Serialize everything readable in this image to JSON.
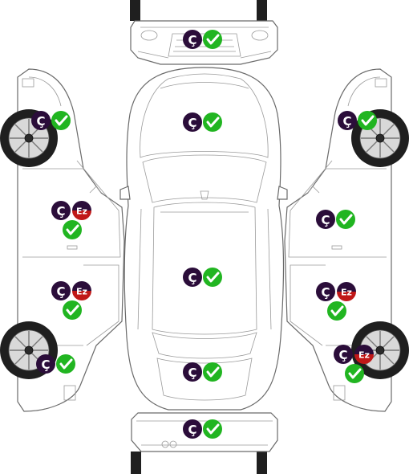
{
  "badges": {
    "paint_label": "Ç",
    "repair_label": "Ez",
    "colors": {
      "paint": "#2b0d3a",
      "ok": "#21b521",
      "repair_top": "#2b0d3a",
      "repair_bottom": "#c01818"
    }
  },
  "panels": [
    {
      "id": "front-bumper",
      "markers": [
        "paint",
        "ok"
      ]
    },
    {
      "id": "hood",
      "markers": [
        "paint",
        "ok"
      ]
    },
    {
      "id": "roof",
      "markers": [
        "paint",
        "ok"
      ]
    },
    {
      "id": "trunk",
      "markers": [
        "paint",
        "ok"
      ]
    },
    {
      "id": "rear-bumper",
      "markers": [
        "paint",
        "ok"
      ]
    },
    {
      "id": "left-front-fender",
      "markers": [
        "paint",
        "ok"
      ]
    },
    {
      "id": "left-front-door",
      "markers": [
        "paint",
        "repair",
        "ok"
      ]
    },
    {
      "id": "left-rear-door",
      "markers": [
        "paint",
        "repair",
        "ok"
      ]
    },
    {
      "id": "left-rear-fender",
      "markers": [
        "paint",
        "ok"
      ]
    },
    {
      "id": "right-front-fender",
      "markers": [
        "paint",
        "ok"
      ]
    },
    {
      "id": "right-front-door",
      "markers": [
        "paint",
        "ok"
      ]
    },
    {
      "id": "right-rear-door",
      "markers": [
        "paint",
        "repair",
        "ok"
      ]
    },
    {
      "id": "right-rear-fender",
      "markers": [
        "paint",
        "repair",
        "ok"
      ]
    }
  ]
}
